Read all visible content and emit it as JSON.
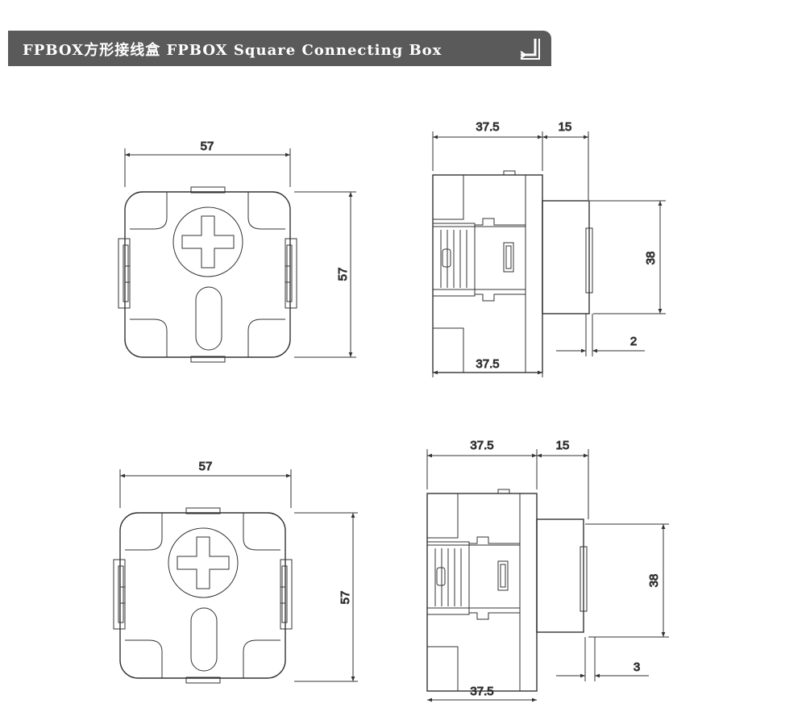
{
  "header": {
    "title": "FPBOX方形接线盒 FPBOX Square Connecting Box",
    "icon": "corner-arrow-icon",
    "bar_color": "#5a5a5a"
  },
  "drawings": {
    "top": {
      "front": {
        "width_label": "57",
        "height_label": "57"
      },
      "side": {
        "depth_label_top": "37.5",
        "flange_label": "15",
        "flange_height_label": "38",
        "thickness_label": "2",
        "depth_label_bottom": "37.5"
      }
    },
    "bottom": {
      "front": {
        "width_label": "57",
        "height_label": "57"
      },
      "side": {
        "depth_label_top": "37.5",
        "flange_label": "15",
        "flange_height_label": "38",
        "thickness_label": "3",
        "depth_label_bottom": "37.5"
      }
    }
  }
}
